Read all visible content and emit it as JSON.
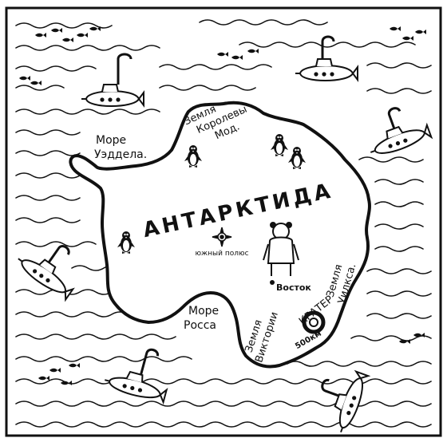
{
  "colors": {
    "ink": "#111111",
    "paper": "#ffffff",
    "sea": "#ffffff",
    "land": "#ffffff"
  },
  "map": {
    "continent": "АНТАРКТИДА",
    "labels": {
      "weddell_line1": "Море",
      "weddell_line2": "Уэддела.",
      "maud_line1": "Земля",
      "maud_line2": "Королевы",
      "maud_line3": "Мод.",
      "ross_line1": "Море",
      "ross_line2": "Росса",
      "victoria_line1": "Земля",
      "victoria_line2": "Виктории",
      "wilkes_line1": "Земля",
      "wilkes_line2": "Уилкса.",
      "vostok": "Восток",
      "crater": "КРАТЕР",
      "crater_size": "500км",
      "south_pole_text": "южный полюс"
    },
    "icons": [
      "submarine-icon",
      "penguin-icon",
      "polar-explorer-icon",
      "fish-icon",
      "compass-rose-icon"
    ]
  }
}
